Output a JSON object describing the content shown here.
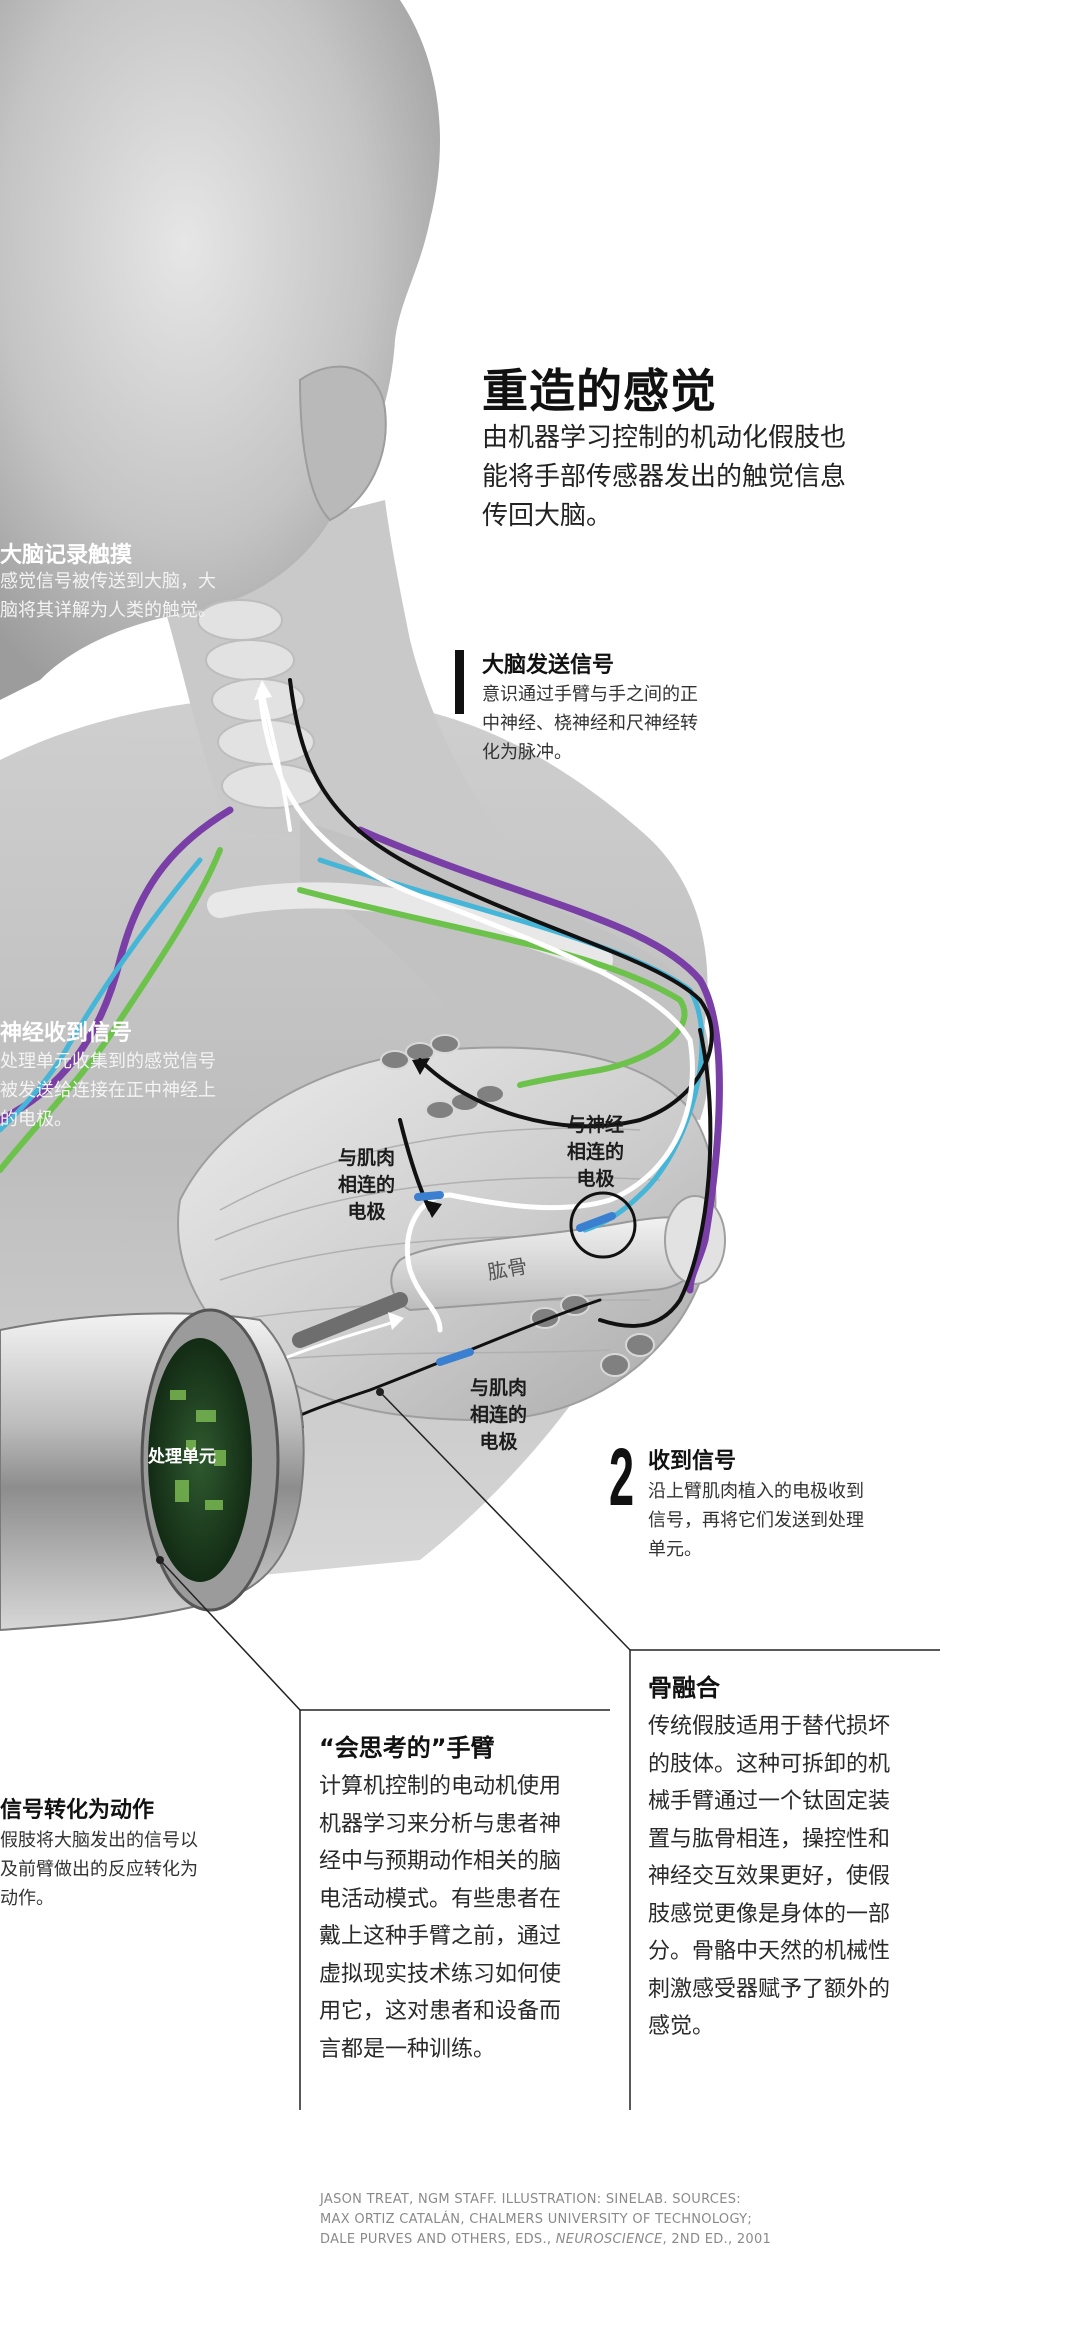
{
  "title": {
    "heading": "重造的感觉",
    "subtitle_lines": [
      "由机器学习控制的机动化假肢也",
      "能将手部传感器发出的触觉信息",
      "传回大脑。"
    ]
  },
  "steps": [
    {
      "number": "1",
      "heading": "大脑发送信号",
      "lines": [
        "意识通过手臂与手之间的正",
        "中神经、桡神经和尺神经转",
        "化为脉冲。"
      ]
    },
    {
      "number": "2",
      "heading": "收到信号",
      "lines": [
        "沿上臂肌肉植入的电极收到",
        "信号，再将它们发送到处理",
        "单元。"
      ]
    }
  ],
  "left_notes": [
    {
      "heading": "大脑记录触摸",
      "lines": [
        "感觉信号被传送到大脑，大",
        "脑将其详解为人类的触觉。"
      ]
    },
    {
      "heading": "神经收到信号",
      "lines": [
        "处理单元收集到的感觉信号",
        "被发送给连接在正中神经上",
        "的电极。"
      ]
    },
    {
      "heading": "信号转化为动作",
      "lines": [
        "假肢将大脑发出的信号以",
        "及前臂做出的反应转化为",
        "动作。"
      ]
    }
  ],
  "labels": {
    "muscle_top": [
      "与肌肉",
      "相连的",
      "电极"
    ],
    "nerve": [
      "与神经",
      "相连的",
      "电极"
    ],
    "muscle_bottom": [
      "与肌肉",
      "相连的",
      "电极"
    ],
    "bone": "肱骨",
    "processor": "处理单元"
  },
  "boxes": [
    {
      "heading": "“会思考的”手臂",
      "lines": [
        "计算机控制的电动机使用",
        "机器学习来分析与患者神",
        "经中与预期动作相关的脑",
        "电活动模式。有些患者在",
        "戴上这种手臂之前，通过",
        "虚拟现实技术练习如何使",
        "用它，这对患者和设备而",
        "言都是一种训练。"
      ]
    },
    {
      "heading": "骨融合",
      "lines": [
        "传统假肢适用于替代损坏",
        "的肢体。这种可拆卸的机",
        "械手臂通过一个钛固定装",
        "置与肱骨相连，操控性和",
        "神经交互效果更好，使假",
        "肢感觉更像是身体的一部",
        "分。骨骼中天然的机械性",
        "刺激感受器赋予了额外的",
        "感觉。"
      ]
    }
  ],
  "credits": {
    "line1": "JASON TREAT, NGM STAFF. ILLUSTRATION: SINELAB. SOURCES:",
    "line2": "MAX ORTIZ CATALÁN, CHALMERS UNIVERSITY OF TECHNOLOGY;",
    "line3_pre": "DALE PURVES AND OTHERS, EDS., ",
    "line3_italic": "NEUROSCIENCE",
    "line3_post": ", 2ND ED., 2001"
  },
  "colors": {
    "nerve_purple": "#7a3fa6",
    "nerve_green": "#6cc24a",
    "nerve_cyan": "#45b6d8",
    "nerve_black": "#111111",
    "signal_white": "#ffffff",
    "electrode_blue": "#3a7fd0"
  }
}
